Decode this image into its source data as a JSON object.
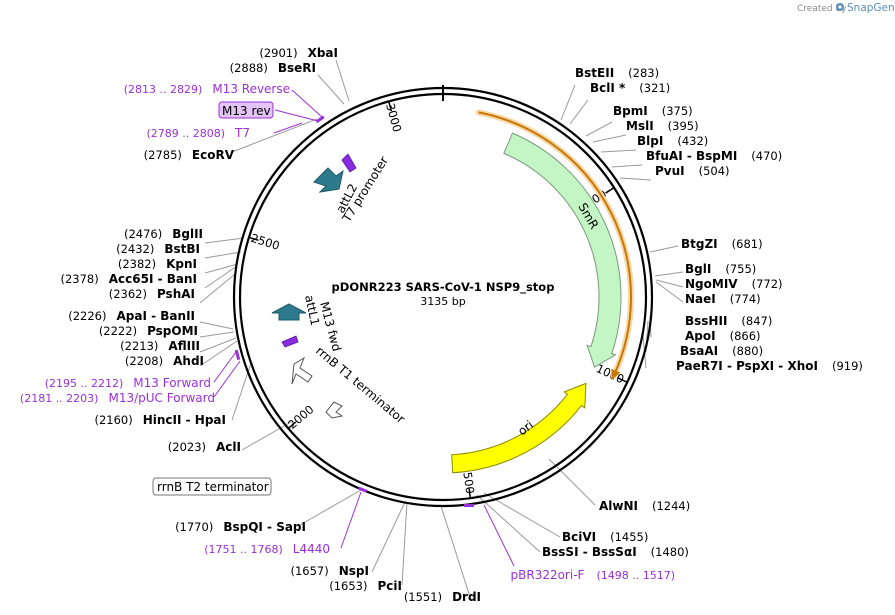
{
  "watermark": {
    "created_by": "Created by",
    "brand": "SnapGene"
  },
  "plasmid": {
    "name": "pDONR223 SARS-CoV-1 NSP9_stop",
    "size_label": "3135 bp",
    "length": 3135
  },
  "ticks": [
    {
      "pos": 500,
      "label": "500"
    },
    {
      "pos": 1000,
      "label": "1000"
    },
    {
      "pos": 1500,
      "label": "1500"
    },
    {
      "pos": 2000,
      "label": "2000"
    },
    {
      "pos": 2500,
      "label": "2500"
    },
    {
      "pos": 3000,
      "label": "3000"
    }
  ],
  "features": [
    {
      "name": "SmR",
      "color": "#c4f5c4",
      "stroke": "#7a9a7a"
    },
    {
      "name": "ori",
      "color": "#ffff00",
      "stroke": "#8a8a00"
    },
    {
      "name": "attL2",
      "color": "#2c7a8c"
    },
    {
      "name": "T7 promoter",
      "color": "#ffffff"
    },
    {
      "name": "M13 fwd",
      "color": "#8a2be2"
    },
    {
      "name": "attL1",
      "color": "#2c7a8c"
    },
    {
      "name": "rrnB T1 terminator",
      "color": "#ffffff"
    },
    {
      "name": "rrnB T2 terminator",
      "color": "#ffffff"
    }
  ],
  "right_sites": [
    {
      "parts": [
        "BstEII"
      ],
      "pos": "(283)"
    },
    {
      "parts": [
        "BclI *"
      ],
      "pos": "(321)"
    },
    {
      "parts": [
        "BpmI"
      ],
      "pos": "(375)"
    },
    {
      "parts": [
        "MslI"
      ],
      "pos": "(395)"
    },
    {
      "parts": [
        "BlpI"
      ],
      "pos": "(432)"
    },
    {
      "parts": [
        "BfuAI",
        "BspMI"
      ],
      "pos": "(470)"
    },
    {
      "parts": [
        "PvuI"
      ],
      "pos": "(504)"
    },
    {
      "parts": [
        "BtgZI"
      ],
      "pos": "(681)"
    },
    {
      "parts": [
        "BglI"
      ],
      "pos": "(755)"
    },
    {
      "parts": [
        "NgoMIV"
      ],
      "pos": "(772)"
    },
    {
      "parts": [
        "NaeI"
      ],
      "pos": "(774)"
    },
    {
      "parts": [
        "BssHII"
      ],
      "pos": "(847)"
    },
    {
      "parts": [
        "ApoI"
      ],
      "pos": "(866)"
    },
    {
      "parts": [
        "BsaAI"
      ],
      "pos": "(880)"
    },
    {
      "parts": [
        "PaeR7I",
        "PspXI",
        "XhoI"
      ],
      "pos": "(919)"
    },
    {
      "parts": [
        "AlwNI"
      ],
      "pos": "(1244)"
    },
    {
      "parts": [
        "BciVI"
      ],
      "pos": "(1455)"
    },
    {
      "parts": [
        "BssSI",
        "BssSαI"
      ],
      "pos": "(1480)"
    }
  ],
  "left_sites": [
    {
      "parts": [
        "XbaI"
      ],
      "pos": "(2901)"
    },
    {
      "parts": [
        "BseRI"
      ],
      "pos": "(2888)"
    },
    {
      "parts": [
        "EcoRV"
      ],
      "pos": "(2785)"
    },
    {
      "parts": [
        "BglII"
      ],
      "pos": "(2476)"
    },
    {
      "parts": [
        "BstBI"
      ],
      "pos": "(2432)"
    },
    {
      "parts": [
        "KpnI"
      ],
      "pos": "(2382)"
    },
    {
      "parts": [
        "Acc65I",
        "BanI"
      ],
      "pos": "(2378)"
    },
    {
      "parts": [
        "PshAI"
      ],
      "pos": "(2362)"
    },
    {
      "parts": [
        "ApaI",
        "BanII"
      ],
      "pos": "(2226)"
    },
    {
      "parts": [
        "PspOMI"
      ],
      "pos": "(2222)"
    },
    {
      "parts": [
        "AflIII"
      ],
      "pos": "(2213)"
    },
    {
      "parts": [
        "AhdI"
      ],
      "pos": "(2208)"
    },
    {
      "parts": [
        "HincII",
        "HpaI"
      ],
      "pos": "(2160)"
    },
    {
      "parts": [
        "AclI"
      ],
      "pos": "(2023)"
    },
    {
      "parts": [
        "BspQI",
        "SapI"
      ],
      "pos": "(1770)"
    },
    {
      "parts": [
        "NspI"
      ],
      "pos": "(1657)"
    },
    {
      "parts": [
        "PciI"
      ],
      "pos": "(1653)"
    },
    {
      "parts": [
        "DrdI"
      ],
      "pos": "(1551)"
    }
  ],
  "primers": [
    {
      "name": "M13 Reverse",
      "range": "(2813 .. 2829)"
    },
    {
      "name": "M13 rev"
    },
    {
      "name": "T7",
      "range": "(2789 .. 2808)"
    },
    {
      "name": "M13 Forward",
      "range": "(2195 .. 2212)"
    },
    {
      "name": "M13/pUC Forward",
      "range": "(2181 .. 2203)"
    },
    {
      "name": "L4440",
      "range": "(1751 .. 1768)"
    },
    {
      "name": "pBR322ori-F",
      "range": "(1498 .. 1517)"
    }
  ],
  "colors": {
    "primer": "#9b30d9",
    "orf_highlight": "#f5c27a",
    "orf_arrow": "#c87800",
    "backbone": "#000000"
  }
}
